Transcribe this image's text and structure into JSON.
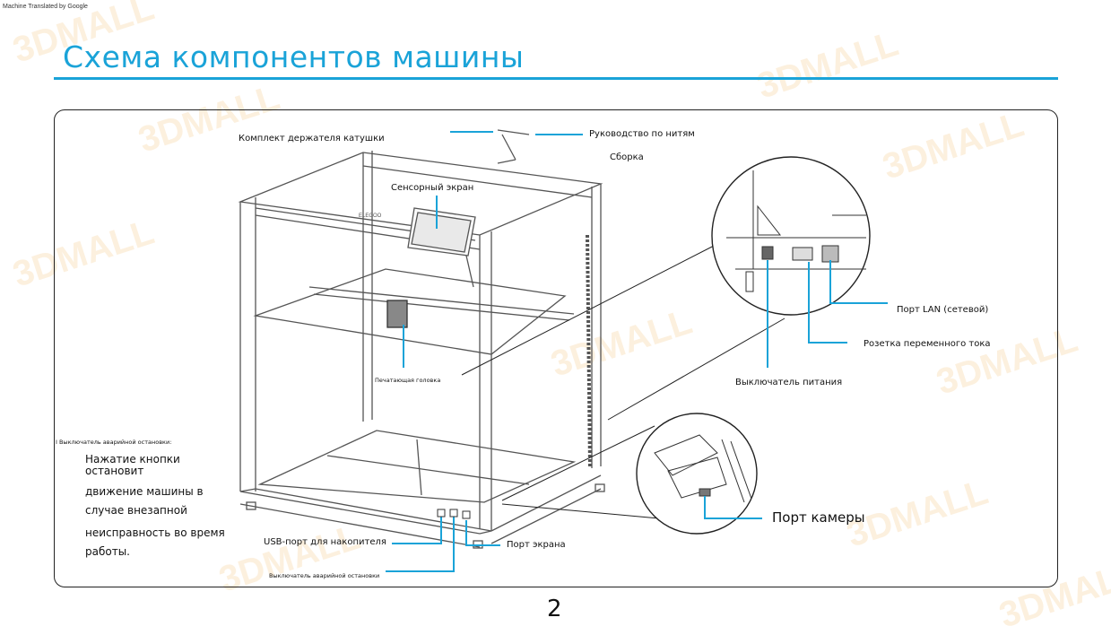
{
  "machine_translated": "Machine Translated by Google",
  "title": "Схема компонентов машины",
  "labels": {
    "spool_holder": "Комплект держателя катушки",
    "filament_guide": "Руководство по нитям",
    "assembly": "Сборка",
    "touchscreen": "Сенсорный экран",
    "print_head": "Печатающая головка",
    "lan_port": "Порт LAN (сетевой)",
    "ac_socket": "Розетка переменного тока",
    "power_switch": "Выключатель питания",
    "camera_port": "Порт камеры",
    "usb_port": "USB-порт для накопителя",
    "screen_port": "Порт экрана",
    "estop_switch": "Выключатель аварийной остановки",
    "estop_header": "I Выключатель аварийной остановки:"
  },
  "estop_lines": [
    "Нажатие кнопки",
    "остановит",
    "движение машины в",
    "случае внезапной",
    "неисправность во время",
    "работы."
  ],
  "printer_brand": "ELEGOO",
  "watermark": "3DMALL",
  "page_number": "2",
  "colors": {
    "accent": "#1aa3d8",
    "watermark": "#f5c98a"
  }
}
